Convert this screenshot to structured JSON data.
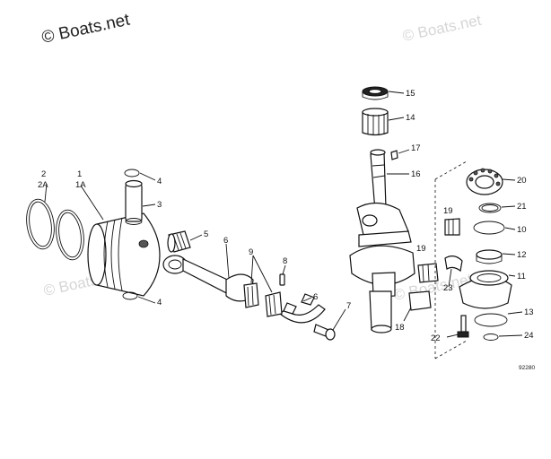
{
  "watermark": {
    "main": "© Boats.net",
    "faint": [
      "© Boats.net",
      "© Boats.net",
      "© Boats.net"
    ]
  },
  "diagram_code": "92280",
  "callouts": {
    "c1": "1",
    "c1a": "1A",
    "c2": "2",
    "c2a": "2A",
    "c3": "3",
    "c4a": "4",
    "c4b": "4",
    "c5": "5",
    "c6a": "6",
    "c6b": "6",
    "c7": "7",
    "c8": "8",
    "c9": "9",
    "c10": "10",
    "c11": "11",
    "c12": "12",
    "c13": "13",
    "c14": "14",
    "c15": "15",
    "c16": "16",
    "c17": "17",
    "c18": "18",
    "c19a": "19",
    "c19b": "19",
    "c20": "20",
    "c21": "21",
    "c22": "22",
    "c23": "23",
    "c24": "24"
  }
}
